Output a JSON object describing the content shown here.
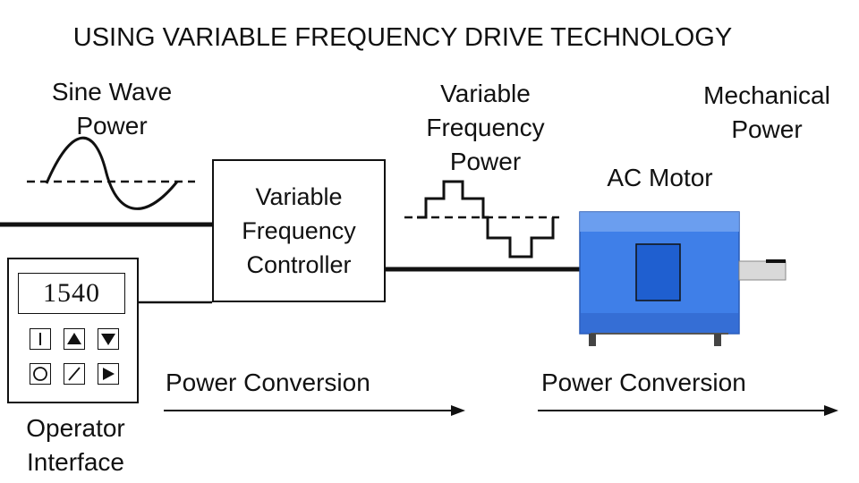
{
  "title": "USING VARIABLE FREQUENCY DRIVE TECHNOLOGY",
  "labels": {
    "sine_wave_power": [
      "Sine Wave",
      "Power"
    ],
    "variable_frequency_power": [
      "Variable",
      "Frequency",
      "Power"
    ],
    "mechanical_power": [
      "Mechanical",
      "Power"
    ],
    "ac_motor": "AC Motor",
    "controller": [
      "Variable",
      "Frequency",
      "Controller"
    ],
    "operator_interface": [
      "Operator",
      "Interface"
    ],
    "power_conversion_left": "Power Conversion",
    "power_conversion_right": "Power Conversion"
  },
  "operator_panel": {
    "display_value": "1540",
    "keys": [
      {
        "name": "start-key",
        "icon": "vertical-bar-icon"
      },
      {
        "name": "up-key",
        "icon": "triangle-up-icon"
      },
      {
        "name": "down-key",
        "icon": "triangle-down-icon"
      },
      {
        "name": "stop-key",
        "icon": "circle-icon"
      },
      {
        "name": "slash-key",
        "icon": "slash-icon"
      },
      {
        "name": "run-key",
        "icon": "triangle-right-icon"
      }
    ]
  },
  "colors": {
    "motor_body": "#3f7fe8",
    "motor_highlight": "#8fb8f5",
    "motor_core": "#1f5fd0",
    "shaft": "#d9d9d9",
    "line": "#111111"
  }
}
